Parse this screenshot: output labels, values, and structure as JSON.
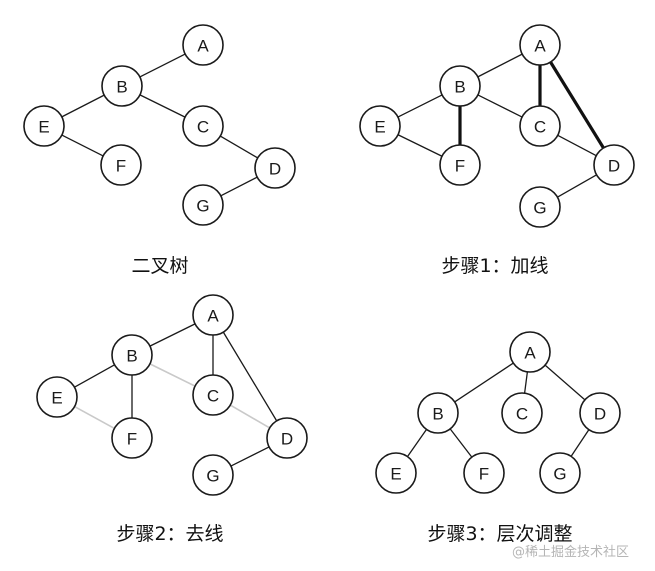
{
  "panels": [
    {
      "caption": "二叉树",
      "nodes": [
        "A",
        "B",
        "C",
        "D",
        "E",
        "F",
        "G"
      ],
      "edges": [
        [
          "A",
          "B",
          "normal"
        ],
        [
          "B",
          "E",
          "normal"
        ],
        [
          "B",
          "C",
          "normal"
        ],
        [
          "E",
          "F",
          "normal"
        ],
        [
          "C",
          "D",
          "normal"
        ],
        [
          "D",
          "G",
          "normal"
        ]
      ]
    },
    {
      "caption": "步骤1：加线",
      "nodes": [
        "A",
        "B",
        "C",
        "D",
        "E",
        "F",
        "G"
      ],
      "edges": [
        [
          "A",
          "B",
          "normal"
        ],
        [
          "A",
          "C",
          "thick"
        ],
        [
          "A",
          "D",
          "thick"
        ],
        [
          "B",
          "E",
          "normal"
        ],
        [
          "B",
          "C",
          "normal"
        ],
        [
          "B",
          "F",
          "thick"
        ],
        [
          "E",
          "F",
          "normal"
        ],
        [
          "C",
          "D",
          "normal"
        ],
        [
          "D",
          "G",
          "normal"
        ]
      ]
    },
    {
      "caption": "步骤2：去线",
      "nodes": [
        "A",
        "B",
        "C",
        "D",
        "E",
        "F",
        "G"
      ],
      "edges": [
        [
          "A",
          "B",
          "normal"
        ],
        [
          "A",
          "C",
          "normal"
        ],
        [
          "A",
          "D",
          "normal"
        ],
        [
          "B",
          "E",
          "normal"
        ],
        [
          "B",
          "F",
          "normal"
        ],
        [
          "B",
          "C",
          "faint"
        ],
        [
          "E",
          "F",
          "faint"
        ],
        [
          "C",
          "D",
          "faint"
        ],
        [
          "D",
          "G",
          "normal"
        ]
      ]
    },
    {
      "caption": "步骤3：层次调整",
      "nodes": [
        "A",
        "B",
        "C",
        "D",
        "E",
        "F",
        "G"
      ],
      "edges": [
        [
          "A",
          "B",
          "normal"
        ],
        [
          "A",
          "C",
          "normal"
        ],
        [
          "A",
          "D",
          "normal"
        ],
        [
          "B",
          "E",
          "normal"
        ],
        [
          "B",
          "F",
          "normal"
        ],
        [
          "D",
          "G",
          "normal"
        ]
      ]
    }
  ],
  "watermark": "@稀土掘金技术社区"
}
